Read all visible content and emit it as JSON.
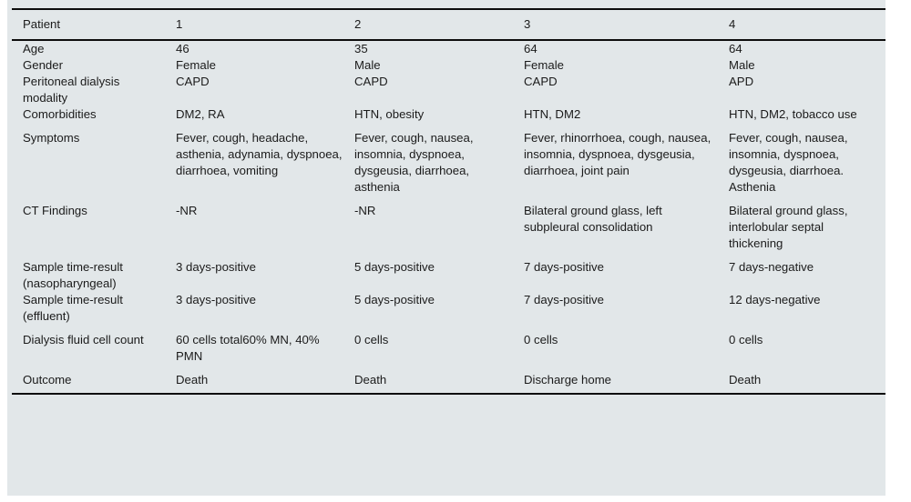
{
  "colors": {
    "panel_background": "#e2e7e9",
    "page_background": "#ffffff",
    "rule": "#0d0d0d",
    "text": "#1b1b1b"
  },
  "table": {
    "header": {
      "row_label": "Patient",
      "columns": [
        "1",
        "2",
        "3",
        "4"
      ]
    },
    "rows": [
      {
        "label": "Age",
        "values": [
          "46",
          "35",
          "64",
          "64"
        ]
      },
      {
        "label": "Gender",
        "values": [
          "Female",
          "Male",
          "Female",
          "Male"
        ]
      },
      {
        "label": "Peritoneal dialysis modality",
        "values": [
          "CAPD",
          "CAPD",
          "CAPD",
          "APD"
        ]
      },
      {
        "label": "Comorbidities",
        "values": [
          "DM2, RA",
          "HTN, obesity",
          "HTN, DM2",
          "HTN, DM2, tobacco use"
        ]
      },
      {
        "label": "Symptoms",
        "values": [
          "Fever, cough, headache, asthenia, adynamia, dyspnoea, diarrhoea, vomiting",
          "Fever, cough, nausea, insomnia, dyspnoea, dysgeusia, diarrhoea, asthenia",
          "Fever, rhinorrhoea, cough, nausea, insomnia, dyspnoea, dysgeusia, diarrhoea, joint pain",
          "Fever, cough, nausea, insomnia, dyspnoea, dysgeusia, diarrhoea. Asthenia"
        ]
      },
      {
        "label": "CT Findings",
        "values": [
          "-NR",
          "-NR",
          "Bilateral ground glass, left subpleural consolidation",
          "Bilateral ground glass, interlobular septal thickening"
        ]
      },
      {
        "label": "Sample time-result (nasopharyngeal)",
        "values": [
          "3 days-positive",
          "5 days-positive",
          "7 days-positive",
          "7 days-negative"
        ]
      },
      {
        "label": "Sample time-result (effluent)",
        "values": [
          "3 days-positive",
          "5 days-positive",
          "7 days-positive",
          "12 days-negative"
        ]
      },
      {
        "label": "Dialysis fluid cell count",
        "values": [
          "60 cells total60% MN, 40% PMN",
          "0 cells",
          "0 cells",
          "0 cells"
        ]
      },
      {
        "label": "Outcome",
        "values": [
          "Death",
          "Death",
          "Discharge home",
          "Death"
        ]
      }
    ]
  }
}
